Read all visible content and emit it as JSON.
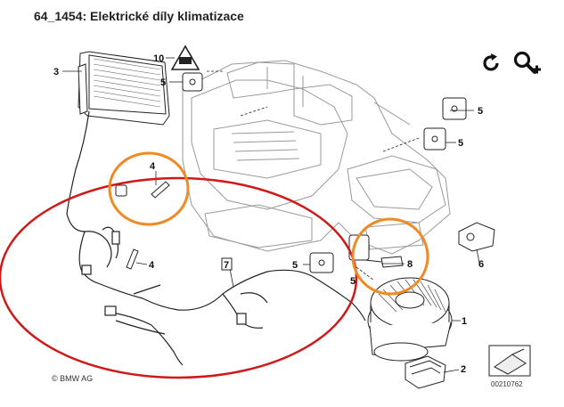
{
  "title": "64_1454: Elektrické díly klimatizace",
  "toolbar": {
    "reset_icon": "rotate-icon",
    "zoom_icon": "zoom-in-icon"
  },
  "callouts": {
    "p1": "1",
    "p2": "2",
    "p3": "3",
    "p4a": "4",
    "p4b": "4",
    "p5a": "5",
    "p5b": "5",
    "p5c": "5",
    "p5d": "5",
    "p5e": "5",
    "p6": "6",
    "p7": "7",
    "p8": "8",
    "p10": "10"
  },
  "copyright": "© BMW AG",
  "ref_code": "00210762",
  "colors": {
    "highlight_orange": "#f08a24",
    "highlight_red": "#d01818",
    "line": "#222222"
  }
}
